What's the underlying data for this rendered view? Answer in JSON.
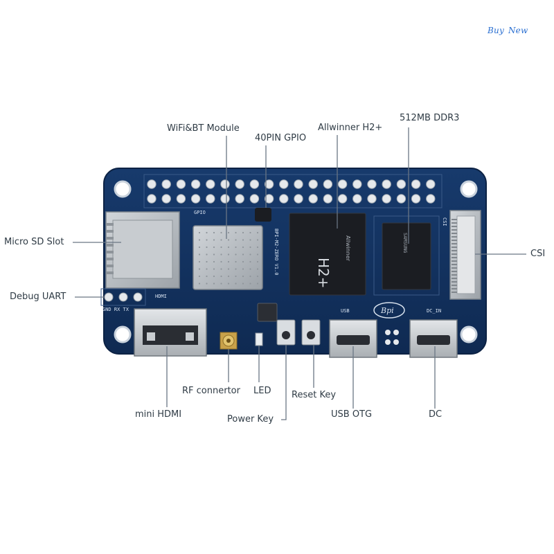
{
  "brand": {
    "buy_label": "Buy",
    "new_label": "New",
    "color": "#2a6fd1"
  },
  "colors": {
    "board": "#12305c",
    "board_edge": "#0c2244",
    "leader_line": "#6a7684",
    "label_text": "#2f3b45",
    "chip": "#1b1d22",
    "module_silver": "#b9bec3"
  },
  "labels": {
    "wifi_bt_module": "WiFi&BT Module",
    "gpio_40pin": "40PIN GPIO",
    "allwinner_h2": "Allwinner H2+",
    "ddr3": "512MB DDR3",
    "micro_sd_slot": "Micro SD Slot",
    "csi": "CSI",
    "debug_uart": "Debug UART",
    "rf_connector": "RF connertor",
    "led": "LED",
    "reset_key": "Reset Key",
    "mini_hdmi": "mini HDMI",
    "power_key": "Power Key",
    "usb_otg": "USB OTG",
    "dc": "DC"
  },
  "silkscreen": {
    "gpio": "GPIO",
    "hdmi": "HDMI",
    "uart_pins": "GND  RX  TX",
    "usb": "USB",
    "dc_in": "DC_IN",
    "csi": "CSI",
    "logo": "Bpi",
    "board_name": "BPI-M2-ZERO V1.0",
    "chip_main": "H2+",
    "chip_brand": "Allwinner",
    "ram_mark": "SAMSUNG"
  }
}
